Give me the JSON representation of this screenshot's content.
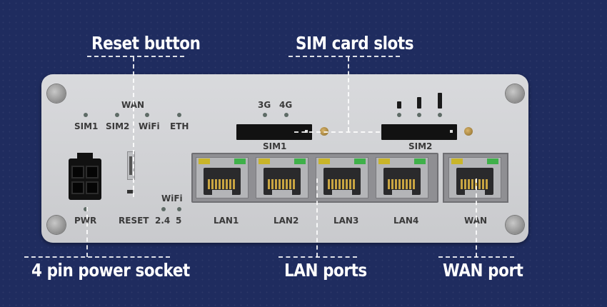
{
  "callouts": {
    "reset_button": "Reset button",
    "sim_card_slots": "SIM card slots",
    "power_socket": "4 pin power socket",
    "lan_ports": "LAN ports",
    "wan_port": "WAN port"
  },
  "panel_labels": {
    "wan_header": "WAN",
    "sim1": "SIM1",
    "sim2": "SIM2",
    "wifi": "WiFi",
    "eth": "ETH",
    "g3": "3G",
    "g4": "4G",
    "sim1_slot": "SIM1",
    "sim2_slot": "SIM2",
    "wifi_header": "WiFi",
    "wifi_24": "2.4",
    "wifi_5": "5",
    "pwr": "PWR",
    "reset": "RESET",
    "lan1": "LAN1",
    "lan2": "LAN2",
    "lan3": "LAN3",
    "lan4": "LAN4",
    "wan": "WAN"
  },
  "colors": {
    "background": "#1f2c5f",
    "panel": "#d0d1d4",
    "led_off": "#5e6b66",
    "port_link_led": "#3fb04a",
    "port_activity_led": "#c9b52a"
  },
  "icons": [
    "screw-icon",
    "signal-strength-icon",
    "power-socket-icon"
  ]
}
